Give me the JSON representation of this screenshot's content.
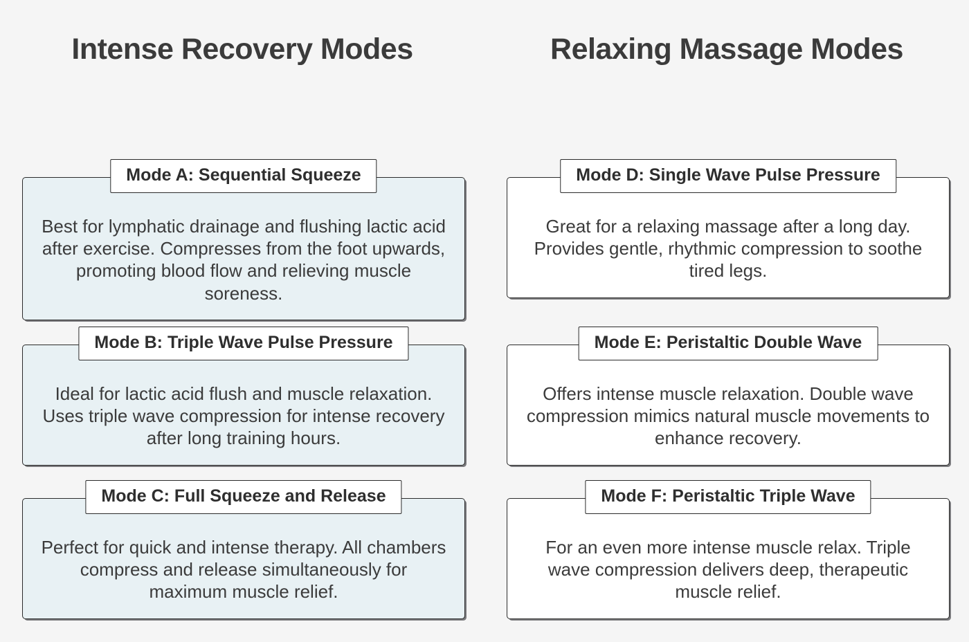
{
  "page": {
    "background_color": "#f5f5f5",
    "text_color": "#3b3b3b"
  },
  "columns": [
    {
      "id": "intense-recovery",
      "title": "Intense Recovery Modes",
      "card_fill": "#e8f1f4",
      "cards": [
        {
          "title": "Mode A: Sequential Squeeze",
          "description": "Best for lymphatic drainage and flushing lactic acid after exercise. Compresses from the foot upwards, promoting blood flow and relieving muscle soreness."
        },
        {
          "title": "Mode B: Triple Wave Pulse Pressure",
          "description": "Ideal for lactic acid flush and muscle relaxation. Uses triple wave compression for intense recovery after long training hours."
        },
        {
          "title": "Mode C: Full Squeeze and Release",
          "description": "Perfect for quick and intense therapy. All chambers compress and release simultaneously for maximum muscle relief."
        }
      ]
    },
    {
      "id": "relaxing-massage",
      "title": "Relaxing Massage Modes",
      "card_fill": "#ffffff",
      "cards": [
        {
          "title": "Mode D: Single Wave Pulse Pressure",
          "description": "Great for a relaxing massage after a long day. Provides gentle, rhythmic compression to soothe tired legs."
        },
        {
          "title": "Mode E: Peristaltic Double Wave",
          "description": "Offers intense muscle relaxation. Double wave compression mimics natural muscle movements to enhance recovery."
        },
        {
          "title": "Mode F: Peristaltic Triple Wave",
          "description": "For an even more intense muscle relax. Triple wave compression delivers deep, therapeutic muscle relief."
        }
      ]
    }
  ]
}
